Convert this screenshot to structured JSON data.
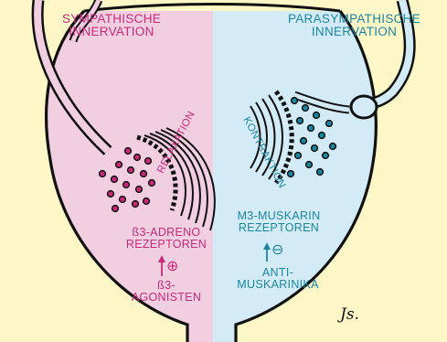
{
  "left_header": {
    "line1": "SYMPATHISCHE",
    "line2": "INNERVATION"
  },
  "right_header": {
    "line1": "PARASYMPATHISCHE",
    "line2": "INNERVATION"
  },
  "relaxation_label": "RELAXATION",
  "kontraktion_label": "KONTRAKTION",
  "b3_receptor": {
    "line1": "ß3-ADRENO",
    "line2": "REZEPTOREN"
  },
  "m3_receptor": {
    "line1": "M3-MUSKARIN",
    "line2": "REZEPTOREN"
  },
  "b3_agonists": {
    "sign": "⊕",
    "line1": "ß3-",
    "line2": "AGONISTEN"
  },
  "antimuscarinics": {
    "sign": "⊖",
    "line1": "ANTI-",
    "line2": "MUSKARINIKA"
  },
  "signature": "Js.",
  "colors": {
    "background": "#fdf7c8",
    "sympathetic_fill": "#f2cfe0",
    "parasympathetic_fill": "#d3ebf6",
    "pink_text": "#c8297a",
    "teal_text": "#1b86a2",
    "outline": "#111111"
  }
}
